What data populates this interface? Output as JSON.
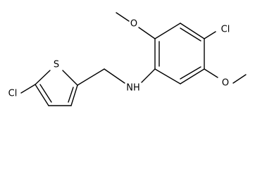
{
  "atoms": {
    "cl_thiophene": "Cl",
    "sulfur": "S",
    "nh": "NH",
    "o_top": "O",
    "o_right": "O",
    "cl_ring": "Cl"
  }
}
